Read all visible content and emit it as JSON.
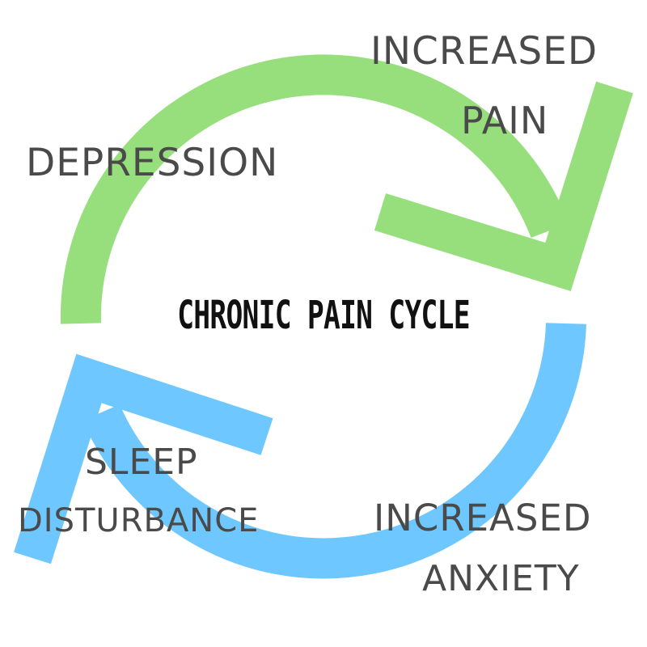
{
  "diagram": {
    "title": "CHRONIC PAIN CYCLE",
    "colors": {
      "top_arrow": "#97df7d",
      "bottom_arrow": "#6ec7fe",
      "label_text": "#4a4a4a",
      "title_text": "#111111"
    },
    "stages": {
      "increased_pain": {
        "line1": "INCREASED",
        "line2": "PAIN"
      },
      "increased_anxiety": {
        "line1": "INCREASED",
        "line2": "ANXIETY"
      },
      "sleep_disturbance": {
        "line1": "SLEEP",
        "line2": "DISTURBANCE"
      },
      "depression": {
        "line1": "DEPRESSION"
      }
    }
  }
}
